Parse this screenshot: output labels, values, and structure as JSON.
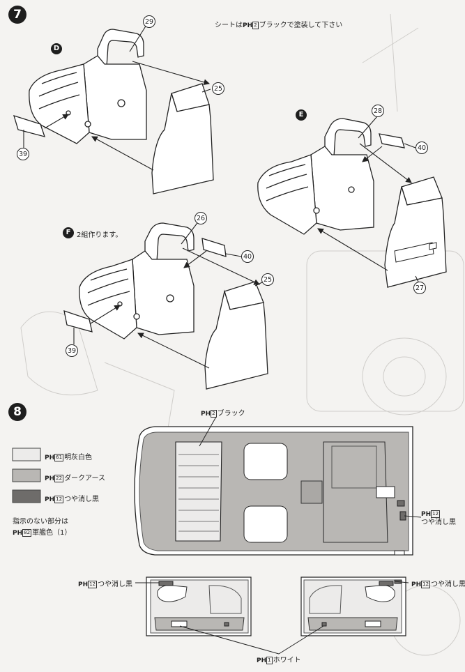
{
  "step7": {
    "badge": "7",
    "note": {
      "ph": "PH",
      "num": "2",
      "text": "シートは  ブラックで塗装して下さい",
      "prefix": "シートは",
      "suffix": "ブラックで塗装して下さい"
    },
    "groupD": {
      "badge": "D",
      "parts": {
        "headrest": "29",
        "back": "25",
        "side": "39"
      }
    },
    "groupE": {
      "badge": "E",
      "parts": {
        "headrest": "28",
        "pad": "40",
        "back": "27"
      }
    },
    "groupF": {
      "badge": "F",
      "note": "2組作ります。",
      "parts": {
        "headrest": "26",
        "pad": "40",
        "back": "25",
        "side": "39"
      }
    }
  },
  "step8": {
    "badge": "8",
    "top_label": {
      "ph": "PH",
      "num": "2",
      "text": "ブラック"
    },
    "right_label": {
      "ph": "PH",
      "num": "12",
      "text": "つや消し黒"
    },
    "legend": [
      {
        "ph": "PH",
        "num": "61",
        "text": "明灰白色",
        "color": "#ecebea"
      },
      {
        "ph": "PH",
        "num": "22",
        "text": "ダークアース",
        "color": "#b9b7b4"
      },
      {
        "ph": "PH",
        "num": "12",
        "text": "つや消し黒",
        "color": "#6e6c6a"
      }
    ],
    "default_note": {
      "line1": "指示のない部分は",
      "ph": "PH",
      "num": "82",
      "text": "軍艦色（1）"
    },
    "door_left_label": {
      "ph": "PH",
      "num": "12",
      "text": "つや消し黒"
    },
    "door_right_label": {
      "ph": "PH",
      "num": "12",
      "text": "つや消し黒"
    },
    "bottom_label": {
      "ph": "PH",
      "num": "1",
      "text": "ホワイト"
    }
  },
  "colors": {
    "badge": "#1e1e1e",
    "floor": "#b9b7b4",
    "light": "#ecebea",
    "dark": "#6e6c6a"
  }
}
